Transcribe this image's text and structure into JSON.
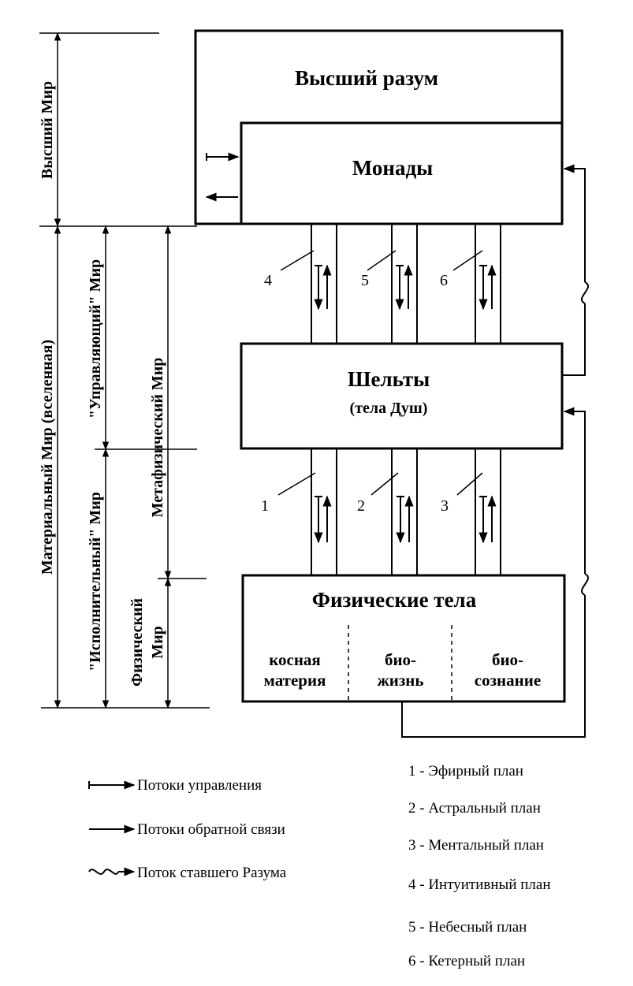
{
  "boxes": {
    "top": "Высший разум",
    "monads": "Монады",
    "shelts": "Шельты",
    "shelts_sub": "(тела Душ)",
    "physical": "Физические тела",
    "cells": [
      [
        "косная",
        "материя"
      ],
      [
        "био-",
        "жизнь"
      ],
      [
        "био-",
        "сознание"
      ]
    ]
  },
  "side_labels": {
    "higher": "Высший Мир",
    "material": "Материальный Мир (вселенная)",
    "controlling": "\"Управляющий\" Мир",
    "executive": "\"Исполнительный\" Мир",
    "metaphysical": "Метафизический Мир",
    "physical_1": "Физический",
    "physical_2": "Мир"
  },
  "channel_numbers": {
    "upper": [
      "4",
      "5",
      "6"
    ],
    "lower": [
      "1",
      "2",
      "3"
    ]
  },
  "legend": {
    "control": "Потоки управления",
    "feedback": "Потоки обратной связи",
    "mind": "Поток ставшего  Разума"
  },
  "planes": [
    "1 - Эфирный план",
    "2 - Астральный план",
    "3 - Ментальный план",
    "4 - Интуитивный план",
    "5 - Небесный план",
    "6 - Кетерный план"
  ]
}
